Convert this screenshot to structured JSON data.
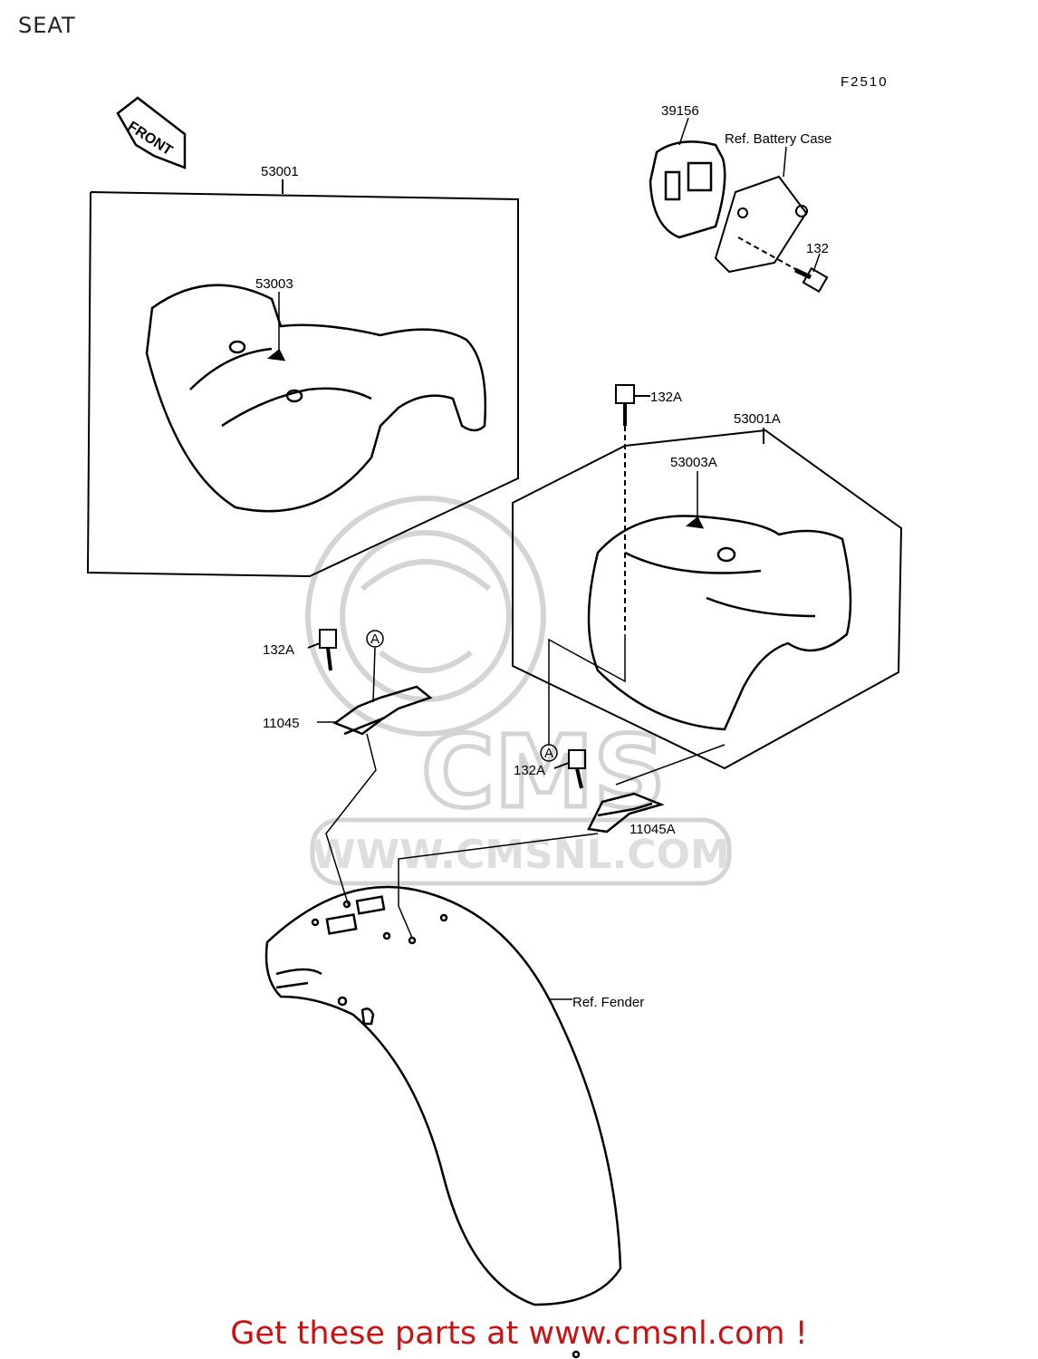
{
  "page": {
    "title": "SEAT",
    "figure_code": "F2510"
  },
  "watermark": {
    "logo_text": "CMS",
    "url_text": "WWW.CMSNL.COM"
  },
  "labels": {
    "front": "FRONT",
    "p53001": "53001",
    "p53003": "53003",
    "p39156": "39156",
    "ref_battery_case": "Ref. Battery Case",
    "p132": "132",
    "p132a_top": "132A",
    "p53001a": "53001A",
    "p53003a": "53003A",
    "p132a_left": "132A",
    "callout_a_left": "A",
    "p11045": "11045",
    "callout_a_right": "A",
    "p132a_mid": "132A",
    "p11045a": "11045A",
    "ref_fender": "Ref. Fender"
  },
  "footer": {
    "cta": "Get these parts at www.cmsnl.com !",
    "cta_color": "#cc1111"
  },
  "colors": {
    "line": "#000000",
    "watermark": "#d4d4d4"
  }
}
